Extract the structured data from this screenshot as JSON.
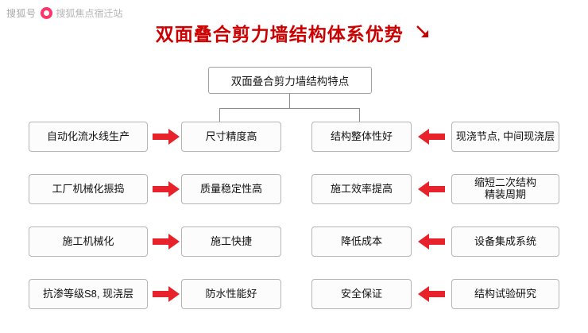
{
  "watermark": {
    "prefix": "搜狐号",
    "logo_icon": "sohu-logo-icon",
    "account": "搜狐焦点宿迁站"
  },
  "title": {
    "text": "双面叠合剪力墙结构体系优势",
    "arrow_icon": "down-right-arrow-icon",
    "color": "#cc0000"
  },
  "diagram": {
    "root": "双面叠合剪力墙结构特点",
    "arrow_color": "#e8222a",
    "columns": {
      "left_outer": [
        "自动化流水线生产",
        "工厂机械化振捣",
        "施工机械化",
        "抗渗等级S8, 现浇层"
      ],
      "left_inner": [
        "尺寸精度高",
        "质量稳定性高",
        "施工快捷",
        "防水性能好"
      ],
      "right_inner": [
        "结构整体性好",
        "施工效率提高",
        "降低成本",
        "安全保证"
      ],
      "right_outer": [
        "现浇节点, 中间现浇层",
        "缩短二次结构\n精装周期",
        "设备集成系统",
        "结构试验研究"
      ],
      "right_outer_line1": [
        "现浇节点, 中间现浇层",
        "缩短二次结构",
        "设备集成系统",
        "结构试验研究"
      ],
      "right_outer_line2": [
        "",
        "精装周期",
        "",
        ""
      ]
    }
  }
}
